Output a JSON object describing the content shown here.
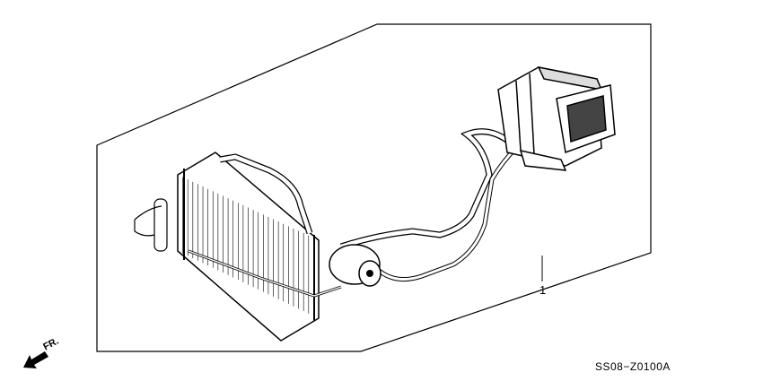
{
  "diagram": {
    "part_callouts": [
      "1"
    ],
    "direction_label": "FR.",
    "diagram_code": "SS08−Z0100A",
    "icons": [
      "front-direction-arrow-icon"
    ]
  }
}
